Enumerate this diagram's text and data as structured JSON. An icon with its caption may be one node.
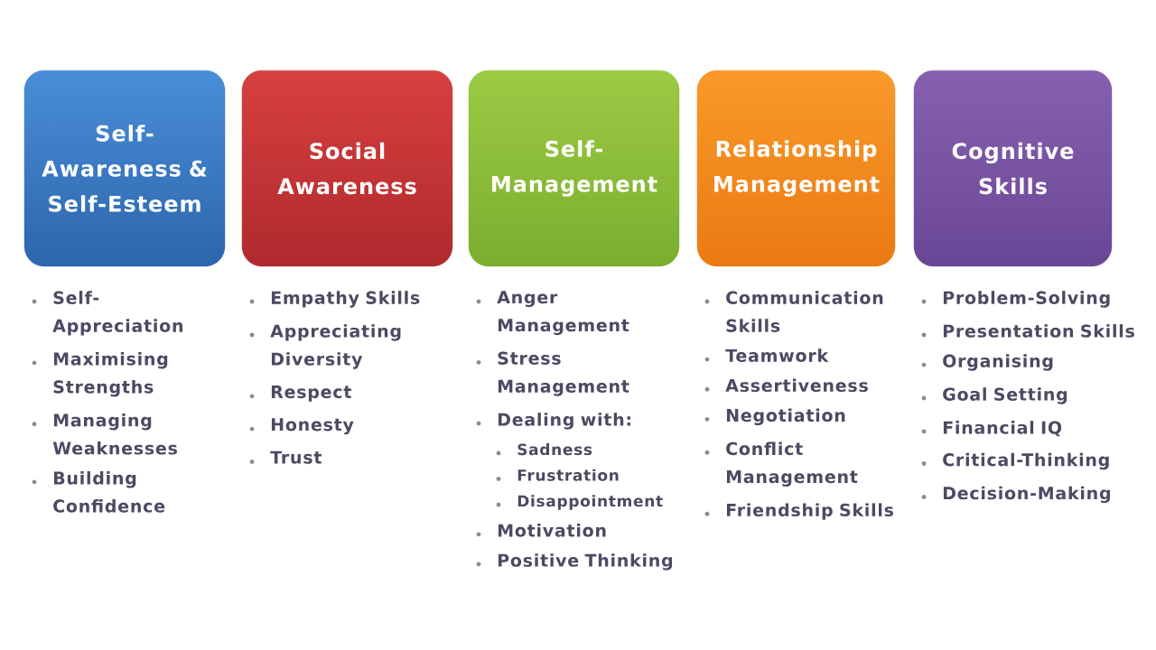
{
  "diagram": {
    "nodes": [
      {
        "text": [
          "Self-Awareness & Self-Esteem"
        ],
        "beside": [
          "Self-Appreciation",
          "Maximising Strengths",
          "Managing Weaknesses",
          "Building Confidence"
        ]
      },
      {
        "text": [
          "Social Awareness"
        ],
        "beside": [
          "Empathy Skills",
          "Appreciating Diversity",
          "Respect",
          "Honesty",
          "Trust"
        ]
      },
      {
        "text": [
          "Self-Management"
        ],
        "beside": [
          "Anger Management",
          "Stress Management",
          "Dealing with:",
          "Sadness",
          "Frustration",
          "Disappointment",
          "Motivation",
          "Positive Thinking"
        ]
      },
      {
        "text": [
          "Relationship Management"
        ],
        "beside": [
          "Communication Skills",
          "Teamwork",
          "Assertiveness",
          "Negotiation",
          "Conflict Management",
          "Friendship Skills"
        ]
      },
      {
        "text": [
          "Cognitive Skills"
        ],
        "beside": [
          "Problem-Solving",
          "Presentation Skills",
          "Organising",
          "Goal Setting",
          "Financial IQ",
          "Critical-Thinking",
          "Decision-Making"
        ]
      }
    ]
  }
}
